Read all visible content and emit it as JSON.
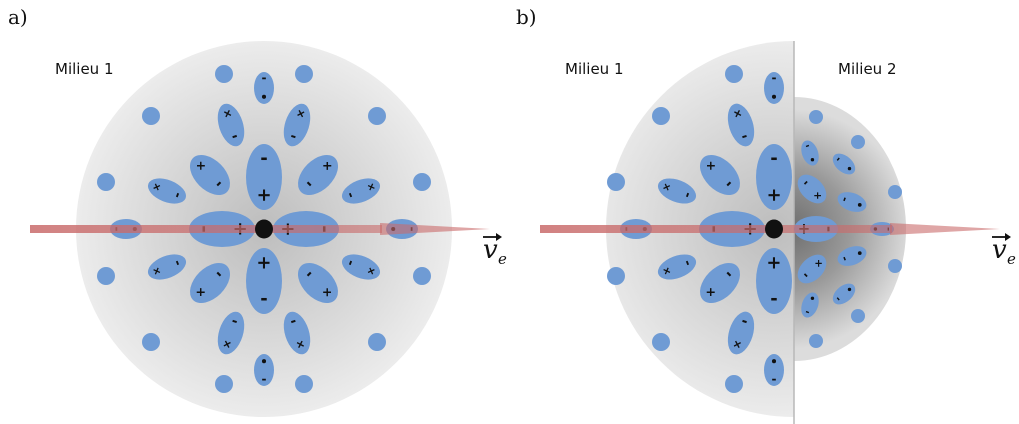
{
  "panels": [
    {
      "id": "a",
      "label": "a)",
      "media": [
        "Milieu 1"
      ]
    },
    {
      "id": "b",
      "label": "b)",
      "media": [
        "Milieu 1",
        "Milieu 2"
      ]
    }
  ],
  "velocity": {
    "symbol": "v",
    "subscript": "e"
  },
  "colors": {
    "dipole": "#6f9bd4",
    "beam": "#c96b6b",
    "electron": "#111111",
    "medium_outer": "#e8e8e8",
    "medium_inner": "#c8c8c8",
    "medium2_inner": "#7a7a7a"
  },
  "pole_symbols": {
    "plus": "+",
    "minus": "-"
  }
}
